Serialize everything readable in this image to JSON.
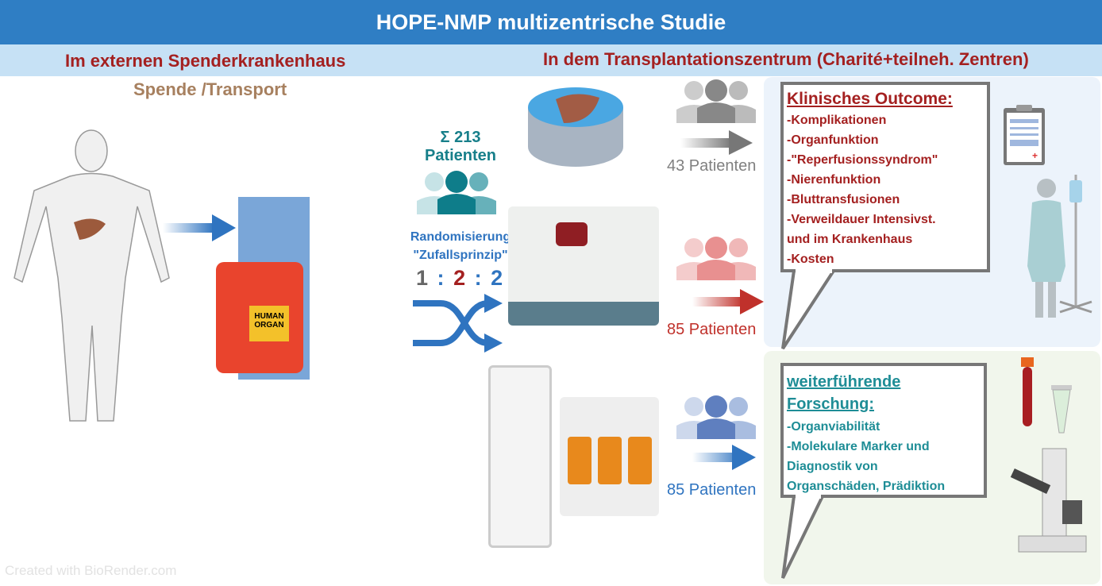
{
  "header": {
    "title": "HOPE-NMP multizentrische Studie"
  },
  "left": {
    "heading": "Im externen Spenderkrankenhaus",
    "subheading": "Spende /Transport",
    "cooler_label": "HUMAN ORGAN"
  },
  "right": {
    "heading": "In dem Transplantationszentrum (Charité+teilneh. Zentren)"
  },
  "total": {
    "sum": "Σ 213",
    "label": "Patienten"
  },
  "randomization": {
    "label": "Randomisierung",
    "sublabel": "\"Zufallsprinzip\"",
    "ratio": [
      "1",
      ":",
      "2",
      ":",
      "2"
    ]
  },
  "arms": [
    {
      "count": "43 Patienten",
      "color": "#808080"
    },
    {
      "count": "85 Patienten",
      "color": "#c0312b"
    },
    {
      "count": "85 Patienten",
      "color": "#2f74c0"
    }
  ],
  "clinical": {
    "title": "Klinisches Outcome:",
    "items": [
      "-Komplikationen",
      "-Organfunktion",
      "-\"Reperfusionssyndrom\"",
      "-Nierenfunktion",
      "-Bluttransfusionen",
      "-Verweildauer Intensivst.",
      "und im Krankenhaus",
      "-Kosten"
    ]
  },
  "research": {
    "title_line1": "weiterführende",
    "title_line2": "Forschung:",
    "items": [
      "-Organviabilität",
      "-Molekulare Marker und",
      "Diagnostik von",
      "Organschäden, Prädiktion"
    ]
  },
  "watermark": "Created with BioRender.com"
}
